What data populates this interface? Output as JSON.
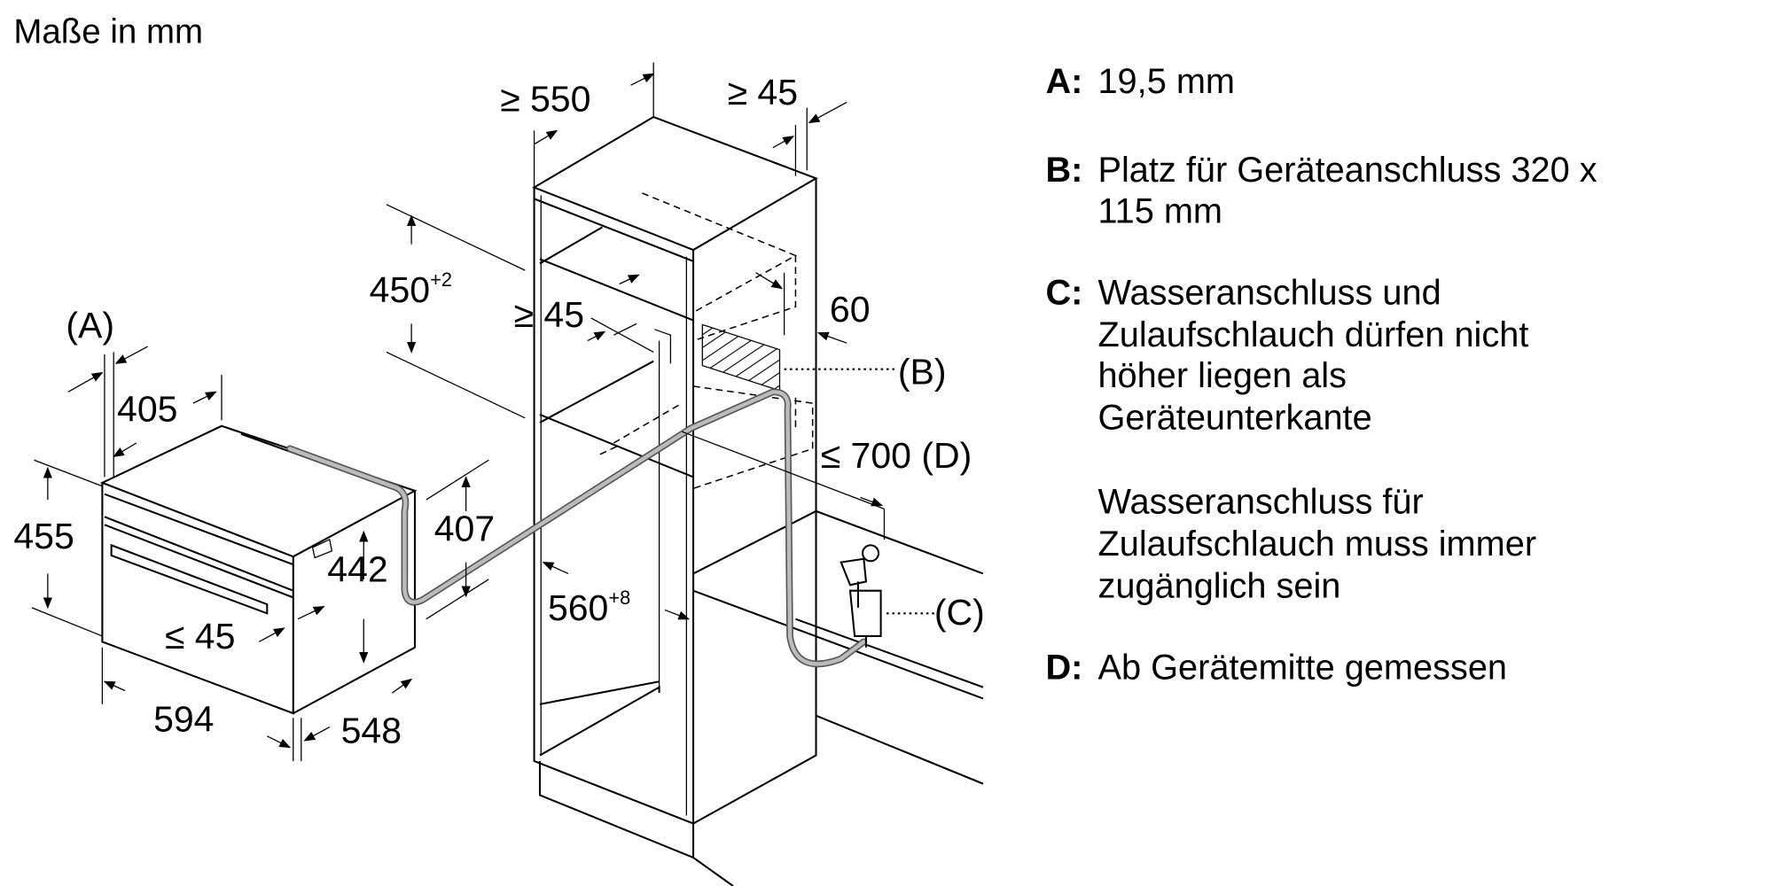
{
  "title": "Maße in mm",
  "dimensions": {
    "cab_depth": "≥ 550",
    "cab_back_gap": "≥ 45",
    "niche_height": "450",
    "niche_height_tol": "+2",
    "shelf_gap": "≥ 45",
    "conn_60": "60",
    "label_b": "(B)",
    "hose_700": "≤ 700",
    "label_d": "(D)",
    "label_c": "(C)",
    "niche_width": "560",
    "niche_width_tol": "+8",
    "label_a": "(A)",
    "oven_405": "405",
    "oven_455": "455",
    "oven_407": "407",
    "oven_442": "442",
    "oven_45": "≤ 45",
    "oven_594": "594",
    "oven_548": "548"
  },
  "legend": [
    {
      "key": "A:",
      "lines": [
        "19,5 mm"
      ]
    },
    {
      "key": "B:",
      "lines": [
        "Platz für Geräteanschluss 320 x",
        "115 mm"
      ]
    },
    {
      "key": "C:",
      "lines": [
        "Wasseranschluss und",
        "Zulaufschlauch dürfen nicht",
        "höher liegen als",
        "Geräteunterkante",
        "",
        "Wasseranschluss für",
        "Zulaufschlauch muss immer",
        "zugänglich sein"
      ]
    },
    {
      "key": "D:",
      "lines": [
        "Ab Gerätemitte gemessen"
      ]
    }
  ]
}
